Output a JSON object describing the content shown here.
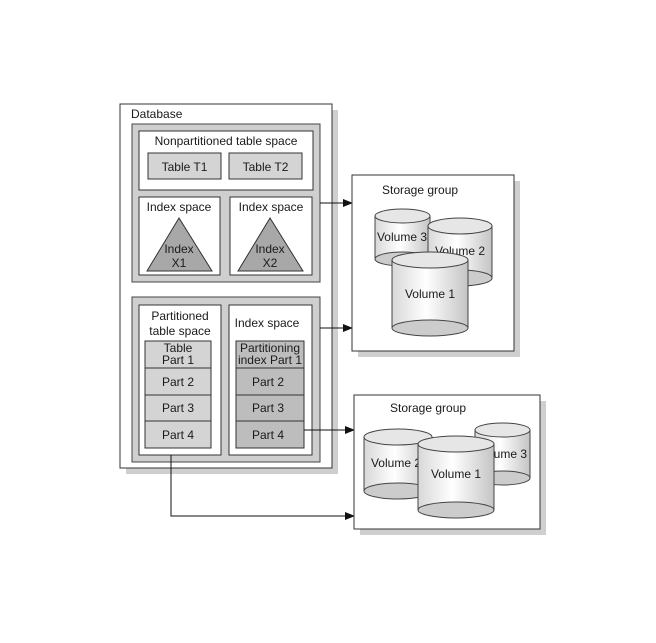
{
  "database": {
    "title": "Database"
  },
  "nonpartitioned": {
    "title": "Nonpartitioned table space",
    "tables": [
      "Table T1",
      "Table T2"
    ]
  },
  "index_spaces_top": [
    {
      "title": "Index space",
      "index_lines": [
        "Index",
        "X1"
      ]
    },
    {
      "title": "Index space",
      "index_lines": [
        "Index",
        "X2"
      ]
    }
  ],
  "partitioned": {
    "title_lines": [
      "Partitioned",
      "table space"
    ],
    "parts": [
      [
        "Table",
        "Part 1"
      ],
      [
        "Part 2"
      ],
      [
        "Part 3"
      ],
      [
        "Part 4"
      ]
    ]
  },
  "index_space_partitioned": {
    "title": "Index space",
    "parts": [
      [
        "Partitioning",
        "index Part 1"
      ],
      [
        "Part 2"
      ],
      [
        "Part 3"
      ],
      [
        "Part 4"
      ]
    ]
  },
  "storage_groups": [
    {
      "title": "Storage group",
      "volumes": [
        "Volume 3",
        "Volume 2",
        "Volume 1"
      ]
    },
    {
      "title": "Storage group",
      "volumes": [
        "Volume 3",
        "Volume 2",
        "Volume 1"
      ]
    }
  ],
  "colors": {
    "cell_fill": "#d4d4d4",
    "triangle_fill": "#a8a8a8",
    "stroke": "#333333",
    "panel_shadow": "#c8c8c8"
  }
}
